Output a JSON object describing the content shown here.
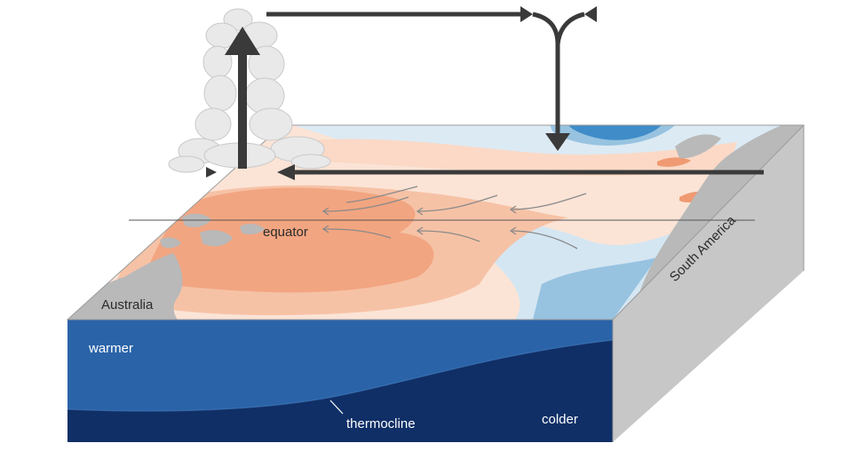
{
  "labels": {
    "equator": "equator",
    "australia": "Australia",
    "south_america": "South America",
    "warmer": "warmer",
    "thermocline": "thermocline",
    "colder": "colder"
  },
  "colors": {
    "warm_strong": "#f2a581",
    "warm_light": "#fbd9c6",
    "cool_light": "#cfe3f0",
    "cool_mid": "#97c3e0",
    "cool_strong": "#3f8cc9",
    "ocean_warm_layer": "#2a63a8",
    "ocean_cold_layer": "#0f2f66",
    "land": "#b9b9b9",
    "side_face": "#c7c7c7",
    "circulation_arrow": "#3a3a3a",
    "wind_arrow": "#8a8a8a"
  }
}
